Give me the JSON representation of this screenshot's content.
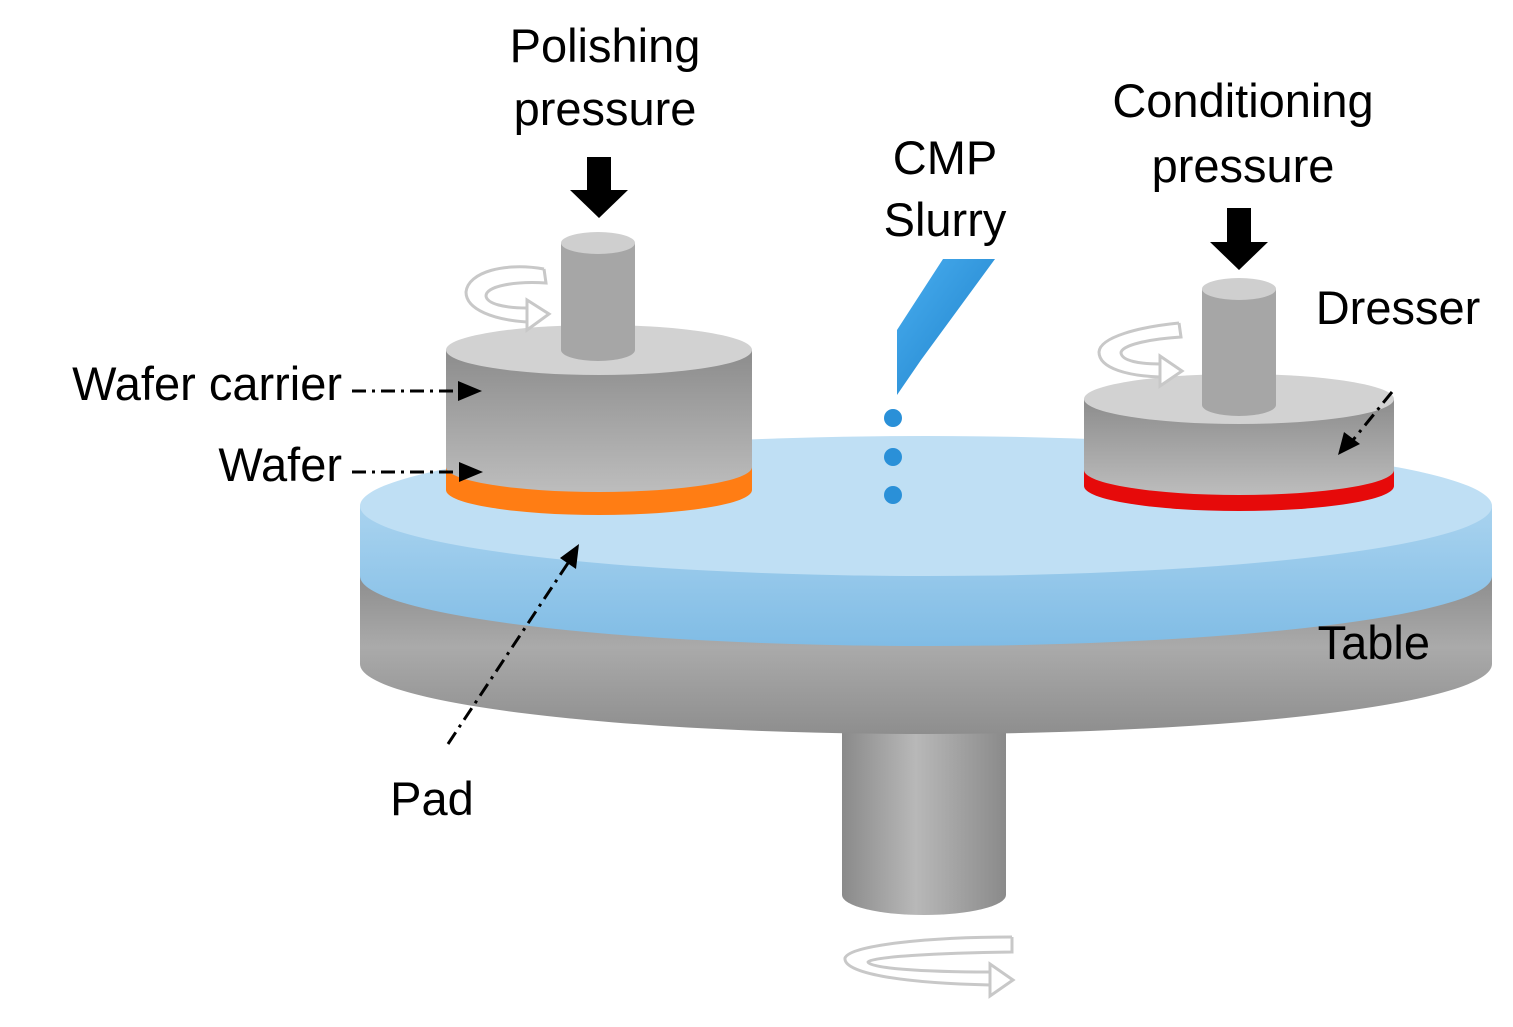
{
  "labels": {
    "polishing_pressure": [
      "Polishing",
      "pressure"
    ],
    "cmp_slurry": [
      "CMP",
      "Slurry"
    ],
    "conditioning_pressure": [
      "Conditioning",
      "pressure"
    ],
    "dresser": "Dresser",
    "wafer_carrier": "Wafer carrier",
    "wafer": "Wafer",
    "pad": "Pad",
    "table": "Table"
  },
  "colors": {
    "wafer": "#ff7d14",
    "dresser_disc": "#e60a0a",
    "pad": "#8fc3e7",
    "slurry": "#2a90d8",
    "table": "#9a9a9a",
    "arrow": "#000000"
  },
  "icons": [
    "rotation-arrow-icon",
    "down-arrow-icon",
    "slurry-nozzle-icon"
  ]
}
